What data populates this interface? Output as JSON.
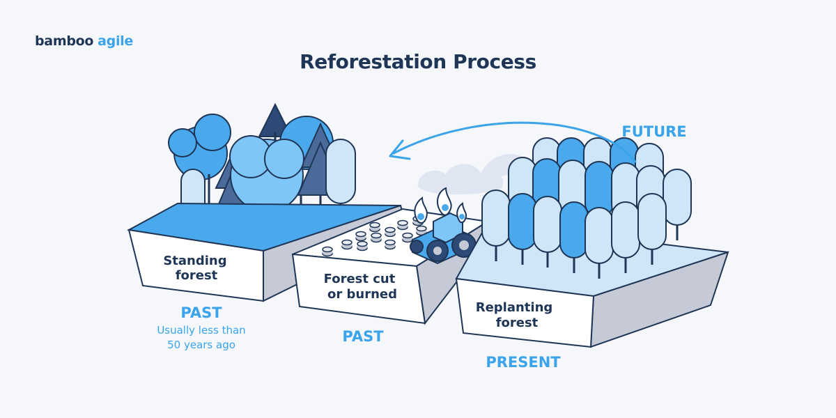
{
  "brand": {
    "name_a": "bamboo",
    "name_b": "agile"
  },
  "title": "Reforestation Process",
  "stages": [
    {
      "label_line1": "Standing",
      "label_line2": "forest",
      "era": "PAST",
      "note_line1": "Usually less than",
      "note_line2": "50 years ago"
    },
    {
      "label_line1": "Forest cut",
      "label_line2": "or burned",
      "era": "PAST"
    },
    {
      "label_line1": "Replanting",
      "label_line2": "forest",
      "era": "PRESENT"
    }
  ],
  "arrow_label": "FUTURE",
  "colors": {
    "navy": "#1e3556",
    "accent": "#3aa3ea",
    "blue": "#5fb4ee",
    "pale": "#cfe5f8",
    "slate": "#4a6a9a",
    "side": "#c6cad6"
  }
}
